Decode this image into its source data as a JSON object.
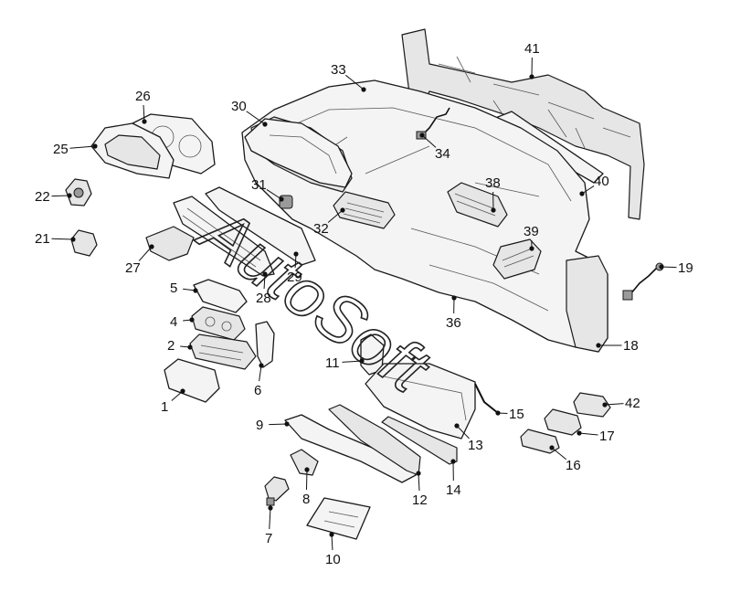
{
  "diagram": {
    "watermark": "AutoSoft",
    "callouts": [
      {
        "id": "1",
        "text": "1"
      },
      {
        "id": "2",
        "text": "2"
      },
      {
        "id": "4",
        "text": "4"
      },
      {
        "id": "5",
        "text": "5"
      },
      {
        "id": "6",
        "text": "6"
      },
      {
        "id": "7",
        "text": "7"
      },
      {
        "id": "8",
        "text": "8"
      },
      {
        "id": "9",
        "text": "9"
      },
      {
        "id": "10",
        "text": "10"
      },
      {
        "id": "11",
        "text": "11"
      },
      {
        "id": "12",
        "text": "12"
      },
      {
        "id": "13",
        "text": "13"
      },
      {
        "id": "14",
        "text": "14"
      },
      {
        "id": "15",
        "text": "15"
      },
      {
        "id": "16",
        "text": "16"
      },
      {
        "id": "17",
        "text": "17"
      },
      {
        "id": "18",
        "text": "18"
      },
      {
        "id": "19",
        "text": "19"
      },
      {
        "id": "21",
        "text": "21"
      },
      {
        "id": "22",
        "text": "22"
      },
      {
        "id": "25",
        "text": "25"
      },
      {
        "id": "26",
        "text": "26"
      },
      {
        "id": "27",
        "text": "27"
      },
      {
        "id": "28",
        "text": "28"
      },
      {
        "id": "29",
        "text": "29"
      },
      {
        "id": "30",
        "text": "30"
      },
      {
        "id": "31",
        "text": "31"
      },
      {
        "id": "32",
        "text": "32"
      },
      {
        "id": "33",
        "text": "33"
      },
      {
        "id": "34",
        "text": "34"
      },
      {
        "id": "36",
        "text": "36"
      },
      {
        "id": "38",
        "text": "38"
      },
      {
        "id": "39",
        "text": "39"
      },
      {
        "id": "40",
        "text": "40"
      },
      {
        "id": "41",
        "text": "41"
      },
      {
        "id": "42",
        "text": "42"
      }
    ]
  }
}
